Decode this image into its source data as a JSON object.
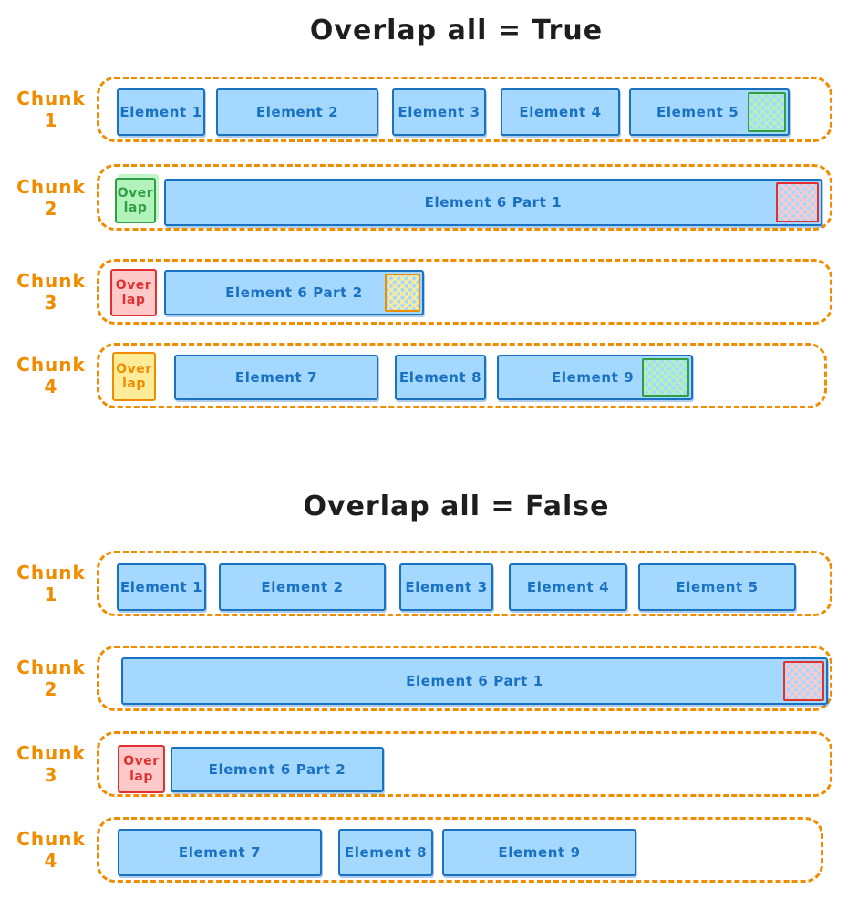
{
  "colors": {
    "chunk_outline_and_labels": "#f08c00",
    "element_fill": "#a5d8ff",
    "element_border": "#1971c2",
    "element_text": "#1971c2",
    "title_text": "#1e1e1e",
    "overlap_green": {
      "fill": "#b2f2bb",
      "border": "#2f9e44"
    },
    "overlap_red": {
      "fill": "#ffc9c9",
      "border": "#e03131"
    },
    "overlap_yellow": {
      "fill": "#ffec99",
      "border": "#f08c00"
    }
  },
  "sections": [
    {
      "title": "Overlap all = True",
      "chunks": [
        {
          "label": "Chunk 1",
          "e1": "Element 1",
          "e2": "Element 2",
          "e3": "Element 3",
          "e4": "Element 4",
          "e5": "Element 5"
        },
        {
          "label": "Chunk 2",
          "overlap": {
            "line1": "Over",
            "line2": "lap"
          },
          "e1": "Element 6 Part 1"
        },
        {
          "label": "Chunk 3",
          "overlap": {
            "line1": "Over",
            "line2": "lap"
          },
          "e1": "Element 6 Part 2"
        },
        {
          "label": "Chunk 4",
          "overlap": {
            "line1": "Over",
            "line2": "lap"
          },
          "e1": "Element 7",
          "e2": "Element 8",
          "e3": "Element 9"
        }
      ]
    },
    {
      "title": "Overlap all = False",
      "chunks": [
        {
          "label": "Chunk 1",
          "e1": "Element 1",
          "e2": "Element 2",
          "e3": "Element 3",
          "e4": "Element 4",
          "e5": "Element 5"
        },
        {
          "label": "Chunk 2",
          "e1": "Element 6 Part 1"
        },
        {
          "label": "Chunk 3",
          "overlap": {
            "line1": "Over",
            "line2": "lap"
          },
          "e1": "Element 6 Part 2"
        },
        {
          "label": "Chunk 4",
          "e1": "Element 7",
          "e2": "Element 8",
          "e3": "Element 9"
        }
      ]
    }
  ]
}
